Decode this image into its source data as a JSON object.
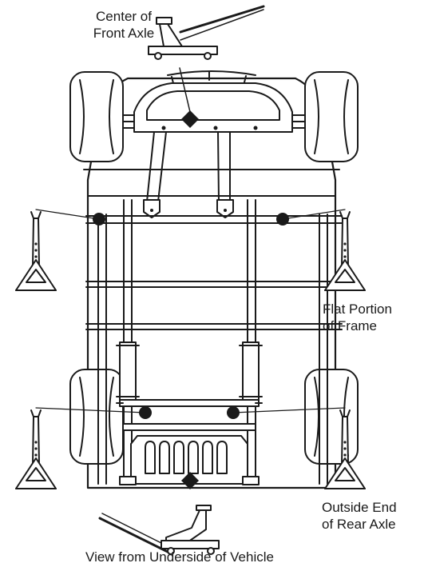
{
  "labels": {
    "front_axle": {
      "line1": "Center of",
      "line2": "Front Axle"
    },
    "frame": {
      "line1": "Flat Portion",
      "line2": "of Frame"
    },
    "rear_axle": {
      "line1": "Outside End",
      "line2": "of Rear Axle"
    },
    "caption": "View from Underside of Vehicle"
  },
  "colors": {
    "ink": "#1a1a1a",
    "paper": "#ffffff"
  },
  "icons": {
    "floor_jack": "floor-jack-icon",
    "jack_stand": "jack-stand-icon",
    "lift_point_marker": "diamond-marker-icon",
    "support_point_marker": "circle-marker-icon"
  }
}
